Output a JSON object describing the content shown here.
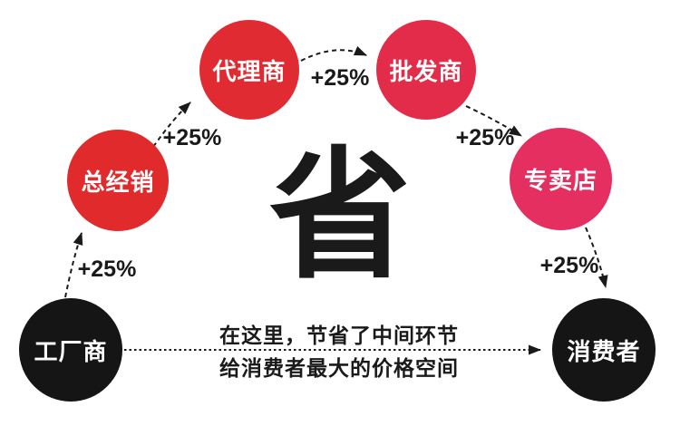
{
  "center": {
    "character": "省"
  },
  "caption": {
    "line1": "在这里，节省了中间环节",
    "line2": "给消费者最大的价格空间"
  },
  "nodes": [
    {
      "label": "工厂商",
      "color": "#151515"
    },
    {
      "label": "总经销",
      "color": "#e02a2c"
    },
    {
      "label": "代理商",
      "color": "#e12b33"
    },
    {
      "label": "批发商",
      "color": "#e22c49"
    },
    {
      "label": "专卖店",
      "color": "#e42f60"
    },
    {
      "label": "消费者",
      "color": "#151515"
    }
  ],
  "edges": [
    {
      "from": "工厂商",
      "to": "总经销",
      "label": "+25%"
    },
    {
      "from": "总经销",
      "to": "代理商",
      "label": "+25%"
    },
    {
      "from": "代理商",
      "to": "批发商",
      "label": "+25%"
    },
    {
      "from": "批发商",
      "to": "专卖店",
      "label": "+25%"
    },
    {
      "from": "专卖店",
      "to": "消费者",
      "label": "+25%"
    },
    {
      "from": "工厂商",
      "to": "消费者",
      "label": ""
    }
  ],
  "colors": {
    "arrow": "#1a1a1a",
    "background": "#ffffff",
    "node_text": "#ffffff"
  }
}
